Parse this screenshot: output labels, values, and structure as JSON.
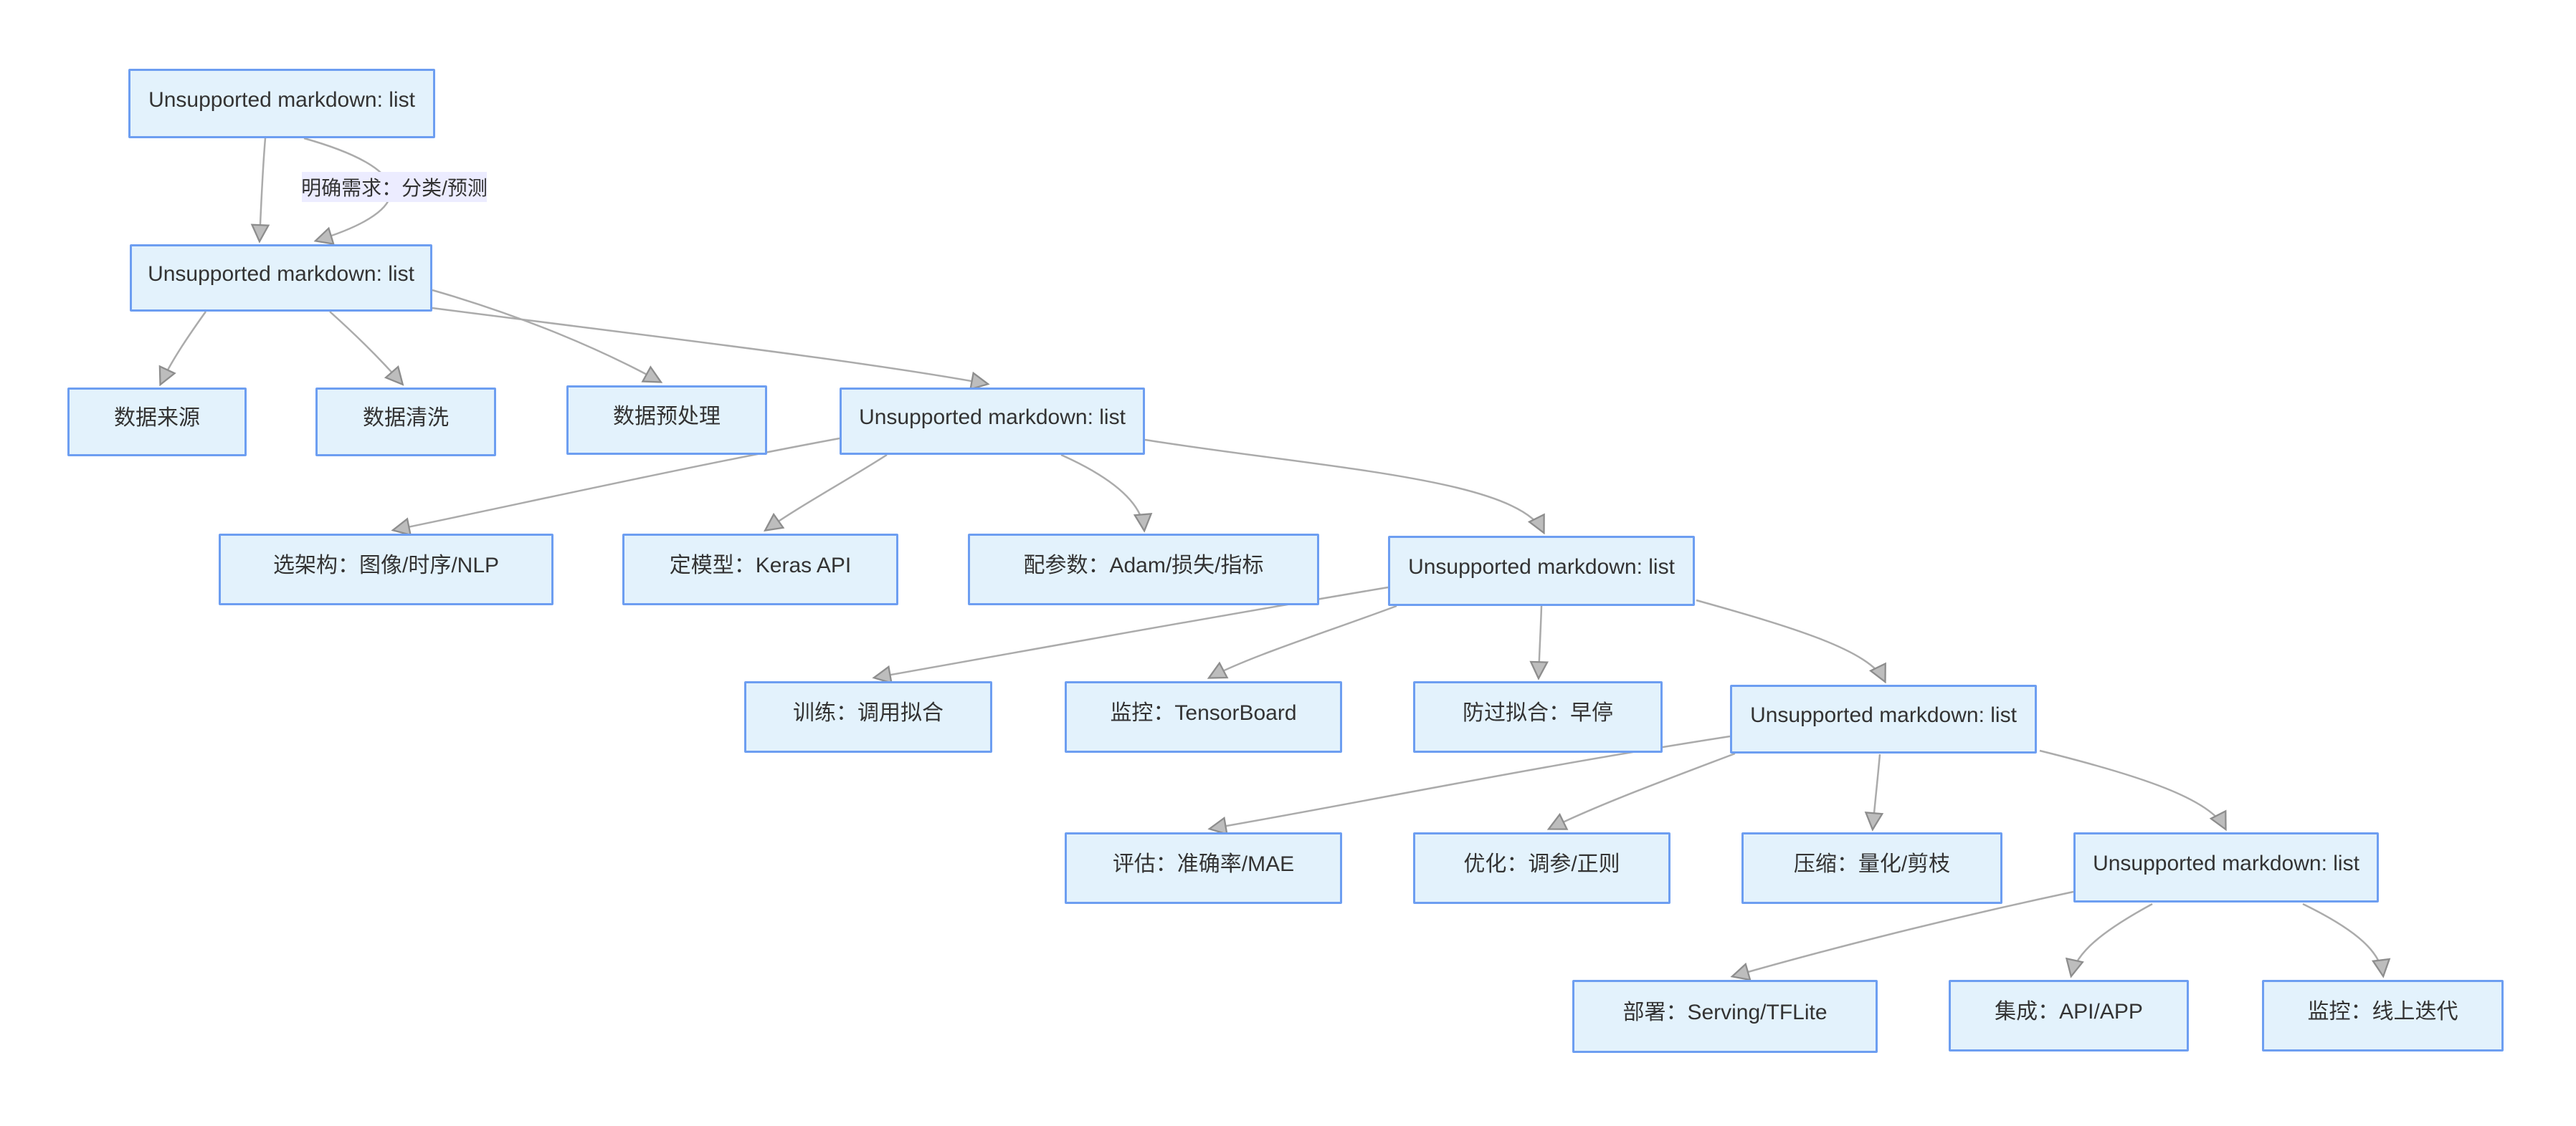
{
  "diagram": {
    "type": "flowchart",
    "direction": "top-down",
    "colors": {
      "background": "#FFFFFF",
      "node_fill": "#E3F2FC",
      "node_border": "#6D9EF1",
      "edge_line": "#ABABAB",
      "arrowhead": "#BDBDBD",
      "edge_label_bg": "#ECECFF",
      "text": "#333333"
    }
  },
  "nodes": [
    {
      "id": "start-list",
      "label": "Unsupported markdown: list"
    },
    {
      "id": "data-stage-list",
      "label": "Unsupported markdown: list"
    },
    {
      "id": "data-source",
      "label": "数据来源"
    },
    {
      "id": "data-cleaning",
      "label": "数据清洗"
    },
    {
      "id": "data-preprocessing",
      "label": "数据预处理"
    },
    {
      "id": "model-stage-list",
      "label": "Unsupported markdown: list"
    },
    {
      "id": "architecture",
      "label": "选架构：图像/时序/NLP"
    },
    {
      "id": "model-keras",
      "label": "定模型：Keras API"
    },
    {
      "id": "params-adam",
      "label": "配参数：Adam/损失/指标"
    },
    {
      "id": "train-stage-list",
      "label": "Unsupported markdown: list"
    },
    {
      "id": "training-fit",
      "label": "训练：调用拟合"
    },
    {
      "id": "monitor-tensorboard",
      "label": "监控：TensorBoard"
    },
    {
      "id": "early-stopping",
      "label": "防过拟合：早停"
    },
    {
      "id": "eval-stage-list",
      "label": "Unsupported markdown: list"
    },
    {
      "id": "eval-accuracy",
      "label": "评估：准确率/MAE"
    },
    {
      "id": "optimize-tuning",
      "label": "优化：调参/正则"
    },
    {
      "id": "compress-quantize",
      "label": "压缩：量化/剪枝"
    },
    {
      "id": "deploy-stage-list",
      "label": "Unsupported markdown: list"
    },
    {
      "id": "deploy-serving",
      "label": "部署：Serving/TFLite"
    },
    {
      "id": "integrate-api",
      "label": "集成：API/APP"
    },
    {
      "id": "monitor-online",
      "label": "监控：线上迭代"
    }
  ],
  "edges": [
    {
      "from": "start-list",
      "to": "data-stage-list",
      "label": ""
    },
    {
      "from": "start-list",
      "to": "data-stage-list",
      "label": "明确需求：分类/预测"
    },
    {
      "from": "data-stage-list",
      "to": "data-source",
      "label": ""
    },
    {
      "from": "data-stage-list",
      "to": "data-cleaning",
      "label": ""
    },
    {
      "from": "data-stage-list",
      "to": "data-preprocessing",
      "label": ""
    },
    {
      "from": "data-stage-list",
      "to": "model-stage-list",
      "label": ""
    },
    {
      "from": "model-stage-list",
      "to": "architecture",
      "label": ""
    },
    {
      "from": "model-stage-list",
      "to": "model-keras",
      "label": ""
    },
    {
      "from": "model-stage-list",
      "to": "params-adam",
      "label": ""
    },
    {
      "from": "model-stage-list",
      "to": "train-stage-list",
      "label": ""
    },
    {
      "from": "train-stage-list",
      "to": "training-fit",
      "label": ""
    },
    {
      "from": "train-stage-list",
      "to": "monitor-tensorboard",
      "label": ""
    },
    {
      "from": "train-stage-list",
      "to": "early-stopping",
      "label": ""
    },
    {
      "from": "train-stage-list",
      "to": "eval-stage-list",
      "label": ""
    },
    {
      "from": "eval-stage-list",
      "to": "eval-accuracy",
      "label": ""
    },
    {
      "from": "eval-stage-list",
      "to": "optimize-tuning",
      "label": ""
    },
    {
      "from": "eval-stage-list",
      "to": "compress-quantize",
      "label": ""
    },
    {
      "from": "eval-stage-list",
      "to": "deploy-stage-list",
      "label": ""
    },
    {
      "from": "deploy-stage-list",
      "to": "deploy-serving",
      "label": ""
    },
    {
      "from": "deploy-stage-list",
      "to": "integrate-api",
      "label": ""
    },
    {
      "from": "deploy-stage-list",
      "to": "monitor-online",
      "label": ""
    }
  ]
}
